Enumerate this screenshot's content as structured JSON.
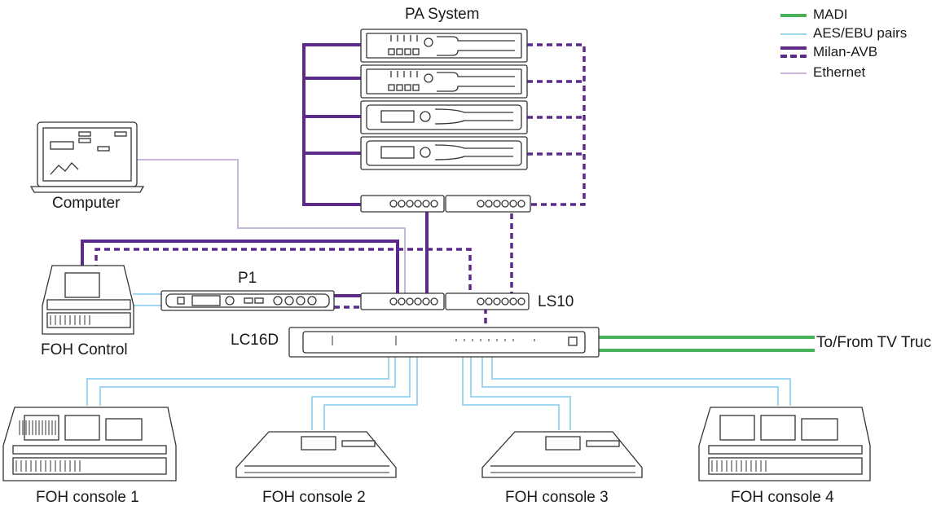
{
  "colors": {
    "madi": "#47b157",
    "aes": "#9fd7f0",
    "milan": "#5c2a8a",
    "ethernet": "#c7b6d9",
    "device": "#333333"
  },
  "legend": [
    {
      "label": "MADI",
      "style": "madi"
    },
    {
      "label": "AES/EBU pairs",
      "style": "aes"
    },
    {
      "label": "Milan-AVB",
      "style": "milan"
    },
    {
      "label": "Ethernet",
      "style": "ethernet"
    }
  ],
  "labels": {
    "pa_system": "PA System",
    "computer": "Computer",
    "p1": "P1",
    "ls10": "LS10",
    "lc16d": "LC16D",
    "foh_control": "FOH Control",
    "tv_truck": "To/From TV Truck",
    "consoles": [
      "FOH console 1",
      "FOH console 2",
      "FOH console 3",
      "FOH console 4"
    ]
  }
}
